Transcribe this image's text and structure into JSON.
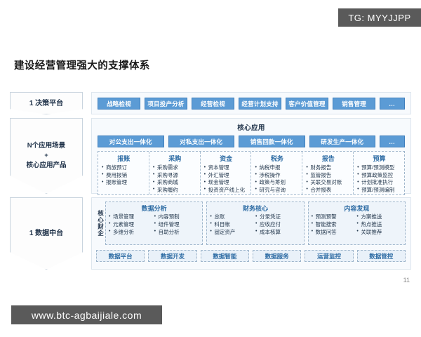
{
  "watermarks": {
    "top": "TG: MYYJJPP",
    "bottom": "www.btc-agbaijiale.com"
  },
  "page_title": "建设经营管理强大的支撑体系",
  "page_number": "11",
  "colors": {
    "button_blue": "#5b9bd5",
    "panel_bg": "#f7fafd",
    "heading_blue": "#2e6ca4",
    "watermark_gray": "#5a5a5a"
  },
  "decision_layer": {
    "label": "1 决策平台",
    "buttons": [
      "战略检视",
      "项目投产分析",
      "经营检视",
      "经营计划支持",
      "客户价值管理",
      "销售管理",
      "…"
    ]
  },
  "application_layer": {
    "label_line1": "N个应用场景",
    "label_plus": "+",
    "label_line2": "核心应用产品",
    "section_title": "核心应用",
    "scenario_buttons": [
      "对公支出一体化",
      "对私支出一体化",
      "销售回款一体化",
      "研发生产一体化",
      "…"
    ],
    "product_columns": [
      {
        "title": "报账",
        "items": [
          "商旅预订",
          "费用报销",
          "报账管理"
        ]
      },
      {
        "title": "采购",
        "items": [
          "采购需求",
          "采购寻源",
          "采购商城",
          "采购履约"
        ]
      },
      {
        "title": "资金",
        "items": [
          "资本管理",
          "外汇管理",
          "现金管理",
          "投资资产线上化"
        ]
      },
      {
        "title": "税务",
        "items": [
          "纳税申报",
          "涉税操作",
          "政策与筹划",
          "研究与咨询"
        ]
      },
      {
        "title": "报告",
        "items": [
          "财务报告",
          "监管报告",
          "关联交易对账",
          "合并报表"
        ]
      },
      {
        "title": "预算",
        "items": [
          "预算/预测模型",
          "预算政策监控",
          "计划批准执行",
          "预算/预测编制"
        ]
      }
    ]
  },
  "data_layer": {
    "label": "1 数据中台",
    "vertical_label": "核心财企",
    "groups": [
      {
        "title": "数据分析",
        "column_left": [
          "场景管理",
          "元素管理",
          "多维分析"
        ],
        "column_right": [
          "内容预制",
          "组件管理",
          "自助分析"
        ]
      },
      {
        "title": "财务核心",
        "column_left": [
          "总账",
          "科目帐",
          "固定资产"
        ],
        "column_right": [
          "分录凭证",
          "应收应付",
          "成本核算"
        ]
      },
      {
        "title": "内容发现",
        "column_left": [
          "预测预警",
          "智能搜索",
          "数据问答"
        ],
        "column_right": [
          "方案推送",
          "热点推送",
          "关联推荐"
        ]
      }
    ],
    "capabilities": [
      "数据平台",
      "数据开发",
      "数据智能",
      "数据服务",
      "运营监控",
      "数据管控"
    ]
  }
}
